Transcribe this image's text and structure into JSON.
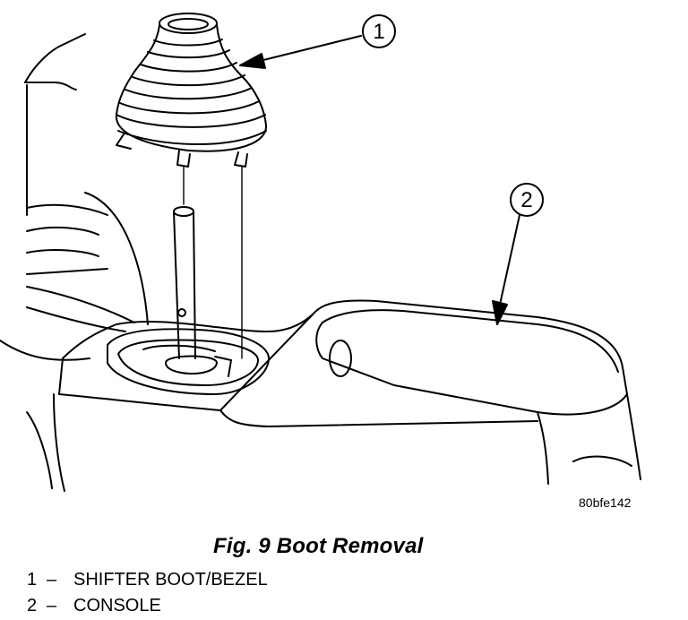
{
  "callouts": [
    {
      "number": "1",
      "target": "shifter boot/bezel"
    },
    {
      "number": "2",
      "target": "console"
    }
  ],
  "reference_code": "80bfe142",
  "figure_title": "Fig. 9 Boot Removal",
  "legend": [
    {
      "number": "1",
      "dash": "–",
      "label": "SHIFTER BOOT/BEZEL"
    },
    {
      "number": "2",
      "dash": "–",
      "label": "CONSOLE"
    }
  ]
}
